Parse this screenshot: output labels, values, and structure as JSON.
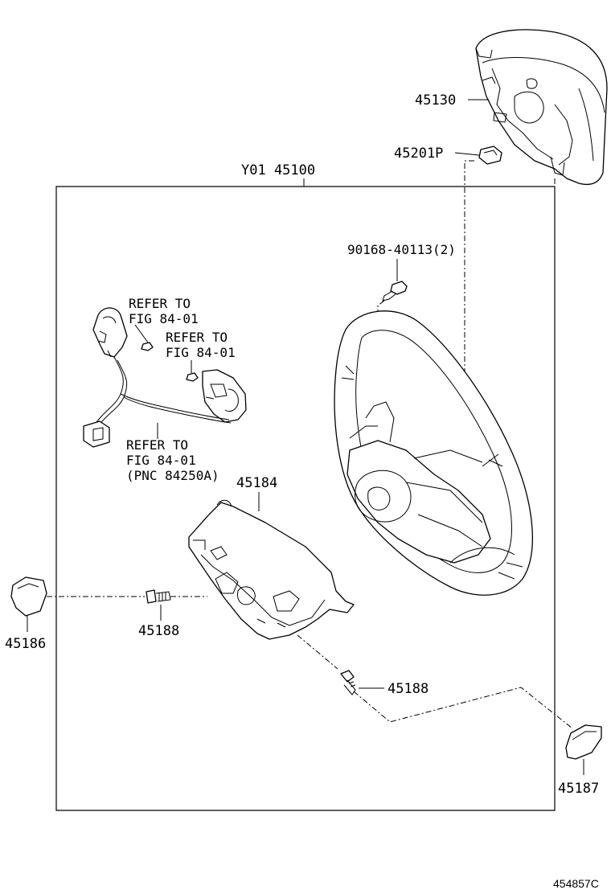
{
  "assembly_label": "Y01 45100",
  "parts": {
    "p45130": "45130",
    "p45201p": "45201P",
    "p90168": "90168-40113(2)",
    "p45184": "45184",
    "p45186": "45186",
    "p45188_left": "45188",
    "p45188_right": "45188",
    "p45187": "45187"
  },
  "refers": {
    "r1_line1": "REFER TO",
    "r1_line2": "FIG 84-01",
    "r2_line1": "REFER TO",
    "r2_line2": "FIG 84-01",
    "r3_line1": "REFER TO",
    "r3_line2": "FIG 84-01",
    "r3_line3": "(PNC 84250A)"
  },
  "diagram_code": "454857C"
}
